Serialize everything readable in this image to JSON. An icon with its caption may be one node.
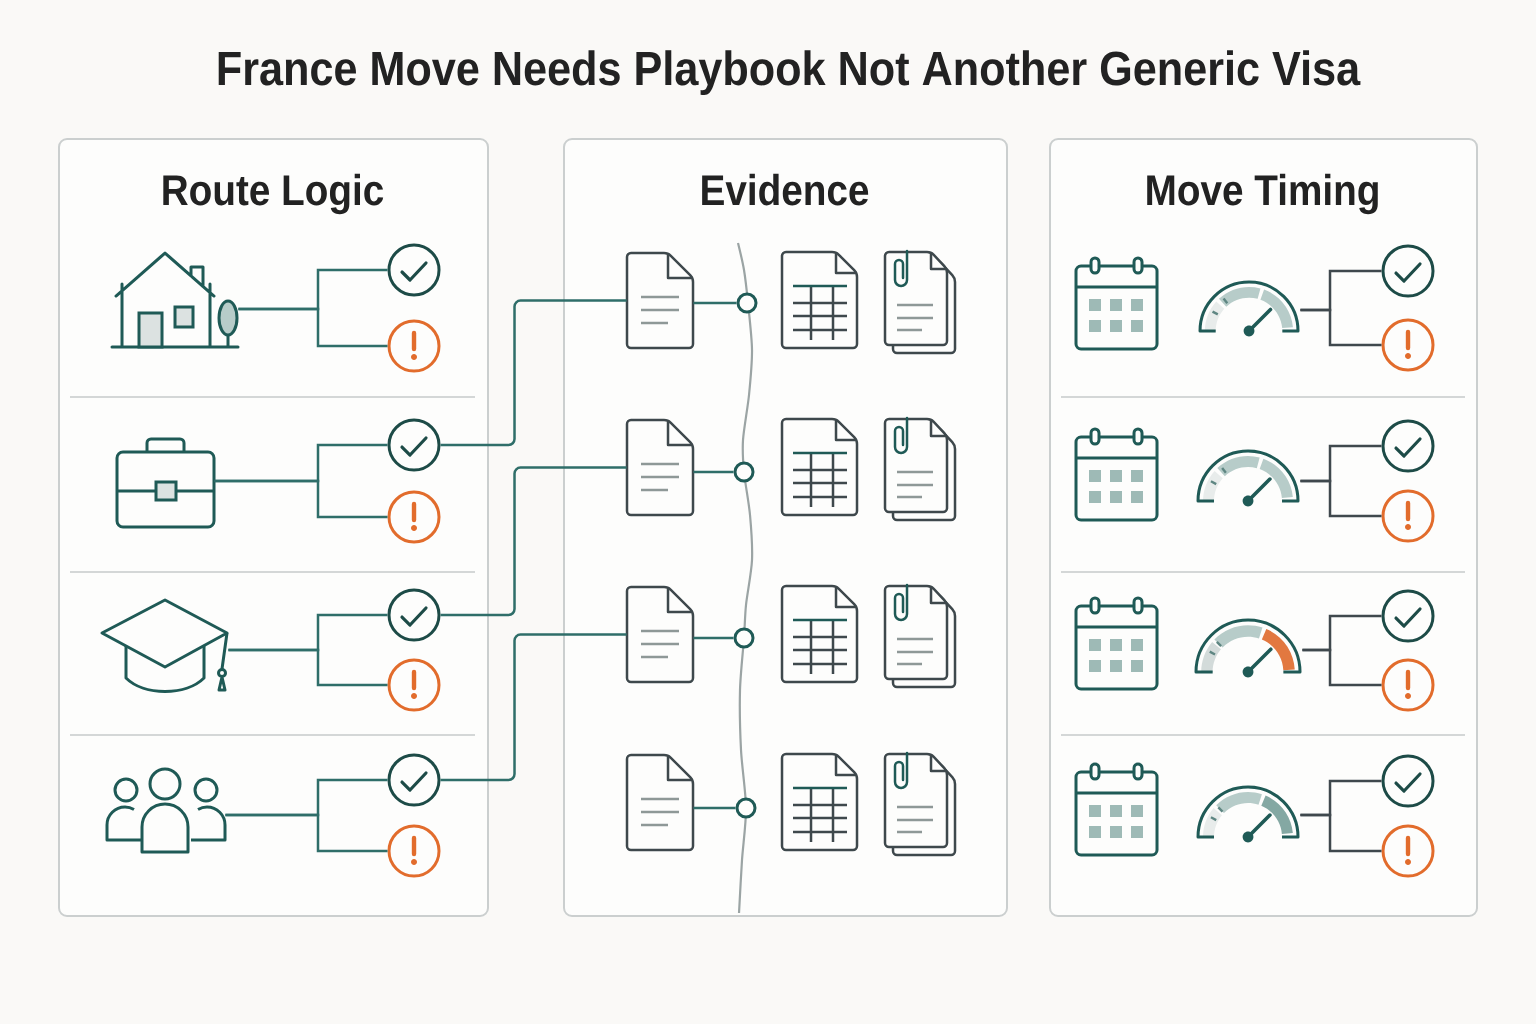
{
  "diagram": {
    "title": "France Move Needs Playbook Not Another Generic Visa",
    "nodes": [
      {
        "text": [
          "Route Logic"
        ]
      },
      {
        "text": [],
        "shape": "house",
        "in": 0
      },
      {
        "text": [],
        "shape": "circle",
        "in": 0
      },
      {
        "text": [],
        "shape": "circle",
        "in": 0
      },
      {
        "text": [],
        "shape": "briefcase",
        "in": 0
      },
      {
        "text": [],
        "shape": "circle",
        "in": 0
      },
      {
        "text": [],
        "shape": "circle",
        "in": 0
      },
      {
        "text": [],
        "shape": "cap",
        "in": 0
      },
      {
        "text": [],
        "shape": "circle",
        "in": 0
      },
      {
        "text": [],
        "shape": "circle",
        "in": 0
      },
      {
        "text": [],
        "shape": "people",
        "in": 0
      },
      {
        "text": [],
        "shape": "circle",
        "in": 0
      },
      {
        "text": [],
        "shape": "circle",
        "in": 0
      },
      {
        "text": [
          "Evidence"
        ]
      },
      {
        "text": [],
        "shape": "document",
        "in": 13
      },
      {
        "text": [],
        "shape": "circle",
        "in": 13
      },
      {
        "text": [],
        "shape": "document",
        "in": 13
      },
      {
        "text": [],
        "shape": "circle",
        "in": 13
      },
      {
        "text": [],
        "shape": "document",
        "in": 13
      },
      {
        "text": [],
        "shape": "circle",
        "in": 13
      },
      {
        "text": [],
        "shape": "document",
        "in": 13
      },
      {
        "text": [],
        "shape": "circle",
        "in": 13
      },
      {
        "text": [
          "Move Timing"
        ]
      },
      {
        "text": [],
        "shape": "gauge",
        "in": 22
      },
      {
        "text": [],
        "shape": "circle",
        "in": 22
      },
      {
        "text": [],
        "shape": "circle",
        "in": 22
      },
      {
        "text": [],
        "shape": "gauge",
        "in": 22
      },
      {
        "text": [],
        "shape": "circle",
        "in": 22
      },
      {
        "text": [],
        "shape": "circle",
        "in": 22
      },
      {
        "text": [],
        "shape": "gauge",
        "in": 22
      },
      {
        "text": [],
        "shape": "circle",
        "in": 22
      },
      {
        "text": [],
        "shape": "circle",
        "in": 22
      },
      {
        "text": [],
        "shape": "gauge",
        "in": 22
      },
      {
        "text": [],
        "shape": "circle",
        "in": 22
      },
      {
        "text": [],
        "shape": "circle",
        "in": 22
      }
    ],
    "edges": [
      {
        "from": 1,
        "to": 2,
        "arrow": "none"
      },
      {
        "from": 1,
        "to": 3,
        "arrow": "none"
      },
      {
        "from": 4,
        "to": 5,
        "arrow": "none"
      },
      {
        "from": 4,
        "to": 6,
        "arrow": "none"
      },
      {
        "from": 7,
        "to": 8,
        "arrow": "none"
      },
      {
        "from": 7,
        "to": 9,
        "arrow": "none"
      },
      {
        "from": 10,
        "to": 11,
        "arrow": "none"
      },
      {
        "from": 10,
        "to": 12,
        "arrow": "none"
      },
      {
        "from": 5,
        "to": 14,
        "arrow": "none"
      },
      {
        "from": 8,
        "to": 16,
        "arrow": "none"
      },
      {
        "from": 11,
        "to": 18,
        "arrow": "none"
      },
      {
        "from": 14,
        "to": 15,
        "arrow": "none"
      },
      {
        "from": 16,
        "to": 17,
        "arrow": "none"
      },
      {
        "from": 18,
        "to": 19,
        "arrow": "none"
      },
      {
        "from": 20,
        "to": 21,
        "arrow": "none"
      },
      {
        "from": 23,
        "to": 24,
        "arrow": "none",
        "color": "#3f484d"
      },
      {
        "from": 23,
        "to": 25,
        "arrow": "none",
        "color": "#3f484d"
      },
      {
        "from": 26,
        "to": 27,
        "arrow": "none",
        "color": "#3f484d"
      },
      {
        "from": 26,
        "to": 28,
        "arrow": "none",
        "color": "#3f484d"
      },
      {
        "from": 29,
        "to": 30,
        "arrow": "none",
        "color": "#3f484d"
      },
      {
        "from": 29,
        "to": 31,
        "arrow": "none",
        "color": "#3f484d"
      },
      {
        "from": 32,
        "to": 33,
        "arrow": "none",
        "color": "#3f484d"
      },
      {
        "from": 32,
        "to": 34,
        "arrow": "none",
        "color": "#3f484d"
      }
    ]
  }
}
